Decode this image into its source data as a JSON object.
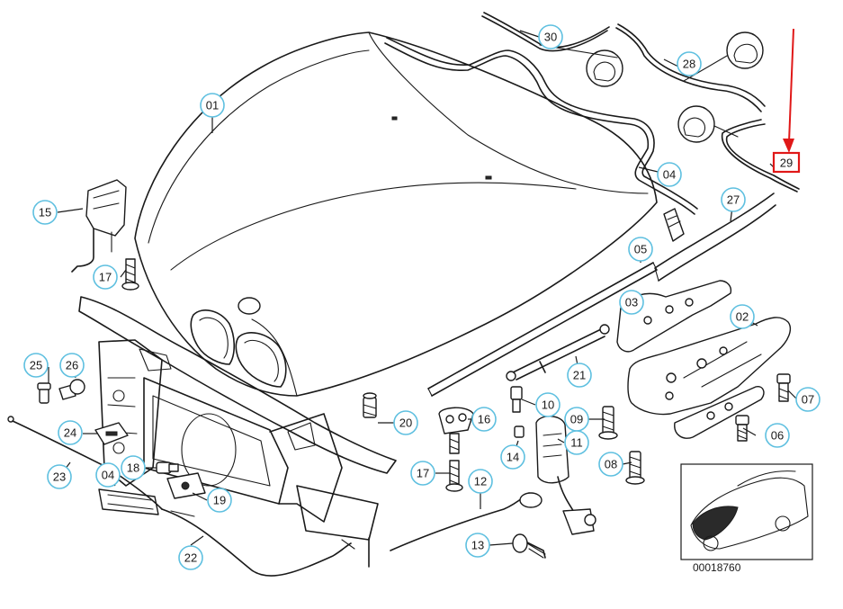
{
  "diagram_id": "00018760",
  "callouts": [
    {
      "id": "01",
      "label": "01"
    },
    {
      "id": "02",
      "label": "02"
    },
    {
      "id": "03",
      "label": "03"
    },
    {
      "id": "04a",
      "label": "04"
    },
    {
      "id": "04b",
      "label": "04"
    },
    {
      "id": "05",
      "label": "05"
    },
    {
      "id": "06",
      "label": "06"
    },
    {
      "id": "07",
      "label": "07"
    },
    {
      "id": "08",
      "label": "08"
    },
    {
      "id": "09",
      "label": "09"
    },
    {
      "id": "10",
      "label": "10"
    },
    {
      "id": "11",
      "label": "11"
    },
    {
      "id": "12",
      "label": "12"
    },
    {
      "id": "13",
      "label": "13"
    },
    {
      "id": "14",
      "label": "14"
    },
    {
      "id": "15",
      "label": "15"
    },
    {
      "id": "16",
      "label": "16"
    },
    {
      "id": "17a",
      "label": "17"
    },
    {
      "id": "17b",
      "label": "17"
    },
    {
      "id": "18",
      "label": "18"
    },
    {
      "id": "19",
      "label": "19"
    },
    {
      "id": "20",
      "label": "20"
    },
    {
      "id": "21",
      "label": "21"
    },
    {
      "id": "22",
      "label": "22"
    },
    {
      "id": "23",
      "label": "23"
    },
    {
      "id": "24",
      "label": "24"
    },
    {
      "id": "25",
      "label": "25"
    },
    {
      "id": "26",
      "label": "26"
    },
    {
      "id": "27",
      "label": "27"
    },
    {
      "id": "28",
      "label": "28"
    },
    {
      "id": "30",
      "label": "30"
    }
  ],
  "highlight": {
    "label": "29",
    "color": "#e01818"
  },
  "colors": {
    "callout_ring": "#5fc0e0",
    "highlight": "#e01818",
    "line": "#1a1a1a"
  }
}
